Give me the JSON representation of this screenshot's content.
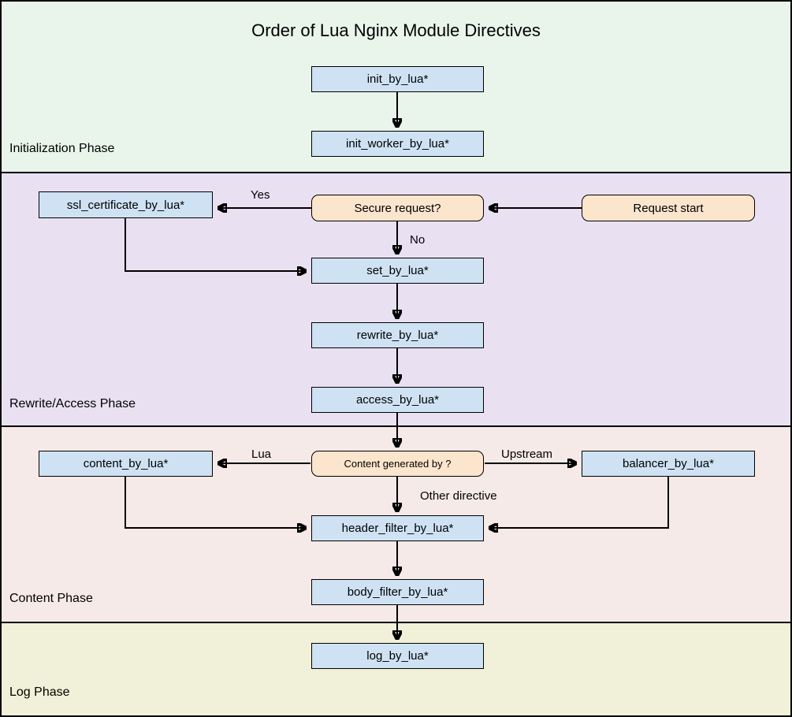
{
  "title": "Order of Lua Nginx Module Directives",
  "diagram_type": "flowchart",
  "colors": {
    "phase_initialization_bg": "#e9f5eb",
    "phase_rewrite_access_bg": "#e9e1f2",
    "phase_content_bg": "#f6eae8",
    "phase_log_bg": "#f1f0d8",
    "process_box_fill": "#cfe2f3",
    "decision_box_fill": "#fce5cd",
    "border_color": "#000000",
    "text_color": "#000000"
  },
  "phases": [
    {
      "label": "Initialization Phase"
    },
    {
      "label": "Rewrite/Access Phase"
    },
    {
      "label": "Content Phase"
    },
    {
      "label": "Log Phase"
    }
  ],
  "nodes": {
    "init_by_lua": {
      "label": "init_by_lua*",
      "type": "process",
      "phase": "Initialization Phase"
    },
    "init_worker_by_lua": {
      "label": "init_worker_by_lua*",
      "type": "process",
      "phase": "Initialization Phase"
    },
    "ssl_certificate_by_lua": {
      "label": "ssl_certificate_by_lua*",
      "type": "process",
      "phase": "Rewrite/Access Phase"
    },
    "secure_request": {
      "label": "Secure request?",
      "type": "decision",
      "phase": "Rewrite/Access Phase"
    },
    "request_start": {
      "label": "Request start",
      "type": "terminator",
      "phase": "Rewrite/Access Phase"
    },
    "set_by_lua": {
      "label": "set_by_lua*",
      "type": "process",
      "phase": "Rewrite/Access Phase"
    },
    "rewrite_by_lua": {
      "label": "rewrite_by_lua*",
      "type": "process",
      "phase": "Rewrite/Access Phase"
    },
    "access_by_lua": {
      "label": "access_by_lua*",
      "type": "process",
      "phase": "Rewrite/Access Phase"
    },
    "content_by_lua": {
      "label": "content_by_lua*",
      "type": "process",
      "phase": "Content Phase"
    },
    "content_generated_by": {
      "label": "Content generated by ?",
      "type": "decision",
      "phase": "Content Phase"
    },
    "balancer_by_lua": {
      "label": "balancer_by_lua*",
      "type": "process",
      "phase": "Content Phase"
    },
    "header_filter_by_lua": {
      "label": "header_filter_by_lua*",
      "type": "process",
      "phase": "Content Phase"
    },
    "body_filter_by_lua": {
      "label": "body_filter_by_lua*",
      "type": "process",
      "phase": "Content Phase"
    },
    "log_by_lua": {
      "label": "log_by_lua*",
      "type": "process",
      "phase": "Log Phase"
    }
  },
  "edge_labels": {
    "yes": "Yes",
    "no": "No",
    "lua": "Lua",
    "upstream": "Upstream",
    "other_directive": "Other directive"
  },
  "edges": [
    {
      "from": "init_by_lua",
      "to": "init_worker_by_lua",
      "label": ""
    },
    {
      "from": "request_start",
      "to": "secure_request",
      "label": ""
    },
    {
      "from": "secure_request",
      "to": "ssl_certificate_by_lua",
      "label": "Yes"
    },
    {
      "from": "secure_request",
      "to": "set_by_lua",
      "label": "No"
    },
    {
      "from": "ssl_certificate_by_lua",
      "to": "set_by_lua",
      "label": ""
    },
    {
      "from": "set_by_lua",
      "to": "rewrite_by_lua",
      "label": ""
    },
    {
      "from": "rewrite_by_lua",
      "to": "access_by_lua",
      "label": ""
    },
    {
      "from": "access_by_lua",
      "to": "content_generated_by",
      "label": ""
    },
    {
      "from": "content_generated_by",
      "to": "content_by_lua",
      "label": "Lua"
    },
    {
      "from": "content_generated_by",
      "to": "balancer_by_lua",
      "label": "Upstream"
    },
    {
      "from": "content_generated_by",
      "to": "header_filter_by_lua",
      "label": "Other directive"
    },
    {
      "from": "content_by_lua",
      "to": "header_filter_by_lua",
      "label": ""
    },
    {
      "from": "balancer_by_lua",
      "to": "header_filter_by_lua",
      "label": ""
    },
    {
      "from": "header_filter_by_lua",
      "to": "body_filter_by_lua",
      "label": ""
    },
    {
      "from": "body_filter_by_lua",
      "to": "log_by_lua",
      "label": ""
    }
  ]
}
